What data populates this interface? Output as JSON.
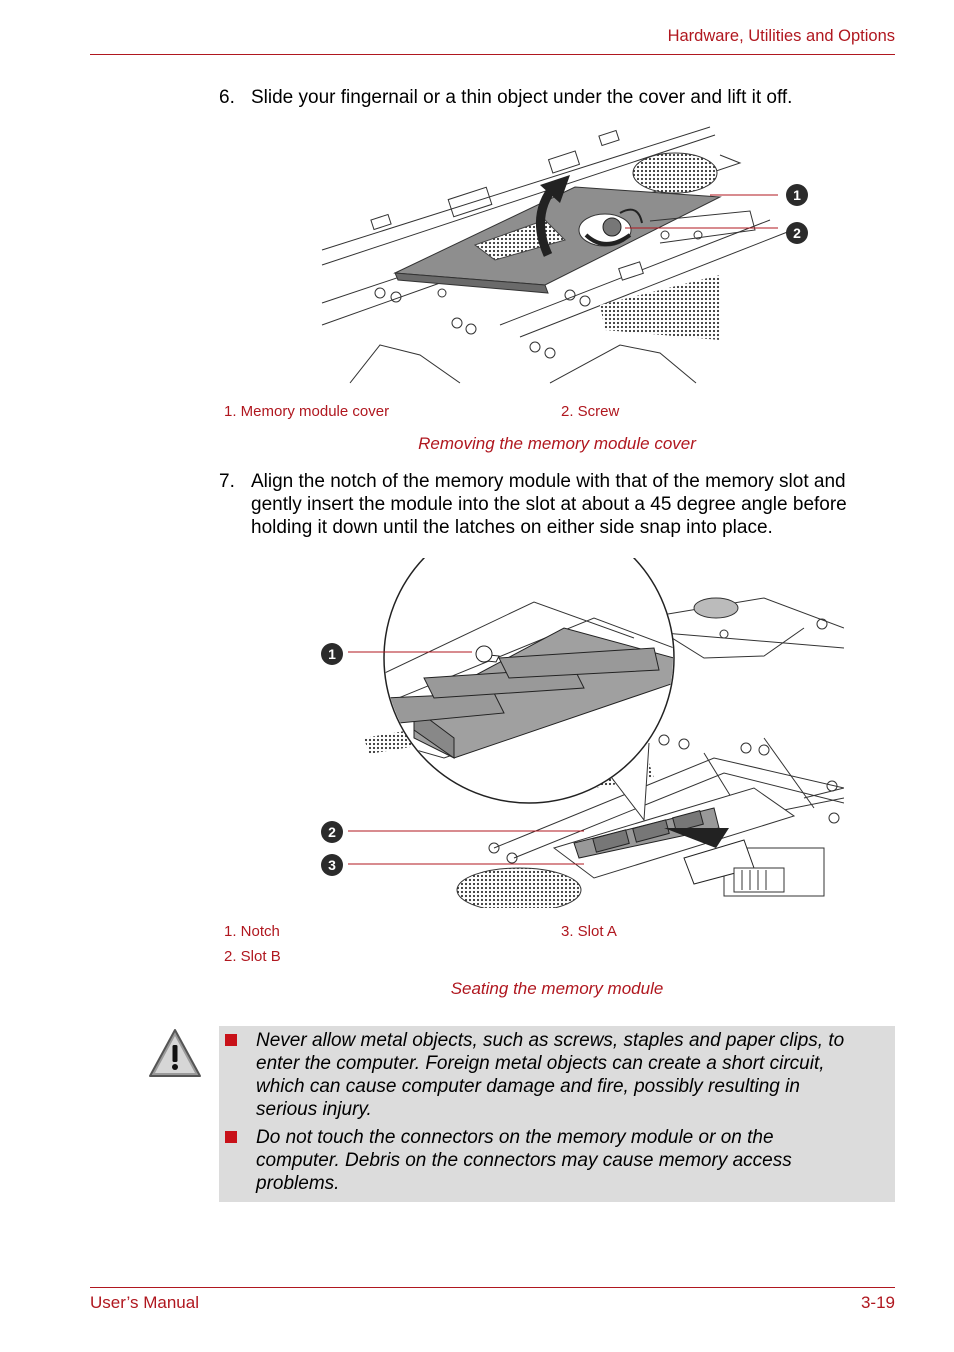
{
  "header": {
    "section_title": "Hardware, Utilities and Options"
  },
  "steps": [
    {
      "number": "6.",
      "text": "Slide your fingernail or a thin object under the cover and lift it off."
    },
    {
      "number": "7.",
      "lines": [
        "Align the notch of the memory module with that of the memory slot and",
        "gently insert the module into the slot at about a 45 degree angle before",
        "holding it down until the latches on either side snap into place."
      ]
    }
  ],
  "figure1": {
    "callouts": [
      "1",
      "2"
    ],
    "legend": [
      "1. Memory module cover",
      "2. Screw"
    ],
    "caption": "Removing the memory module cover"
  },
  "figure2": {
    "callouts": [
      "1",
      "2",
      "3"
    ],
    "legend": [
      "1. Notch",
      "3. Slot A",
      "2. Slot B"
    ],
    "caption": "Seating the memory module"
  },
  "warning": {
    "icon": "caution-triangle-icon",
    "items": [
      {
        "lines": [
          "Never allow metal objects, such as screws, staples and paper clips, to",
          "enter the computer. Foreign metal objects can create a short circuit,",
          "which can cause computer damage and fire, possibly resulting in",
          "serious injury."
        ]
      },
      {
        "lines": [
          "Do not touch the connectors on the memory module or on the",
          "computer. Debris on the connectors may cause memory access",
          "problems."
        ]
      }
    ]
  },
  "footer": {
    "left": "User’s Manual",
    "right": "3-19"
  },
  "colors": {
    "accent": "#b0171f",
    "bullet": "#c81119",
    "note_bg": "#dcdcdc"
  }
}
